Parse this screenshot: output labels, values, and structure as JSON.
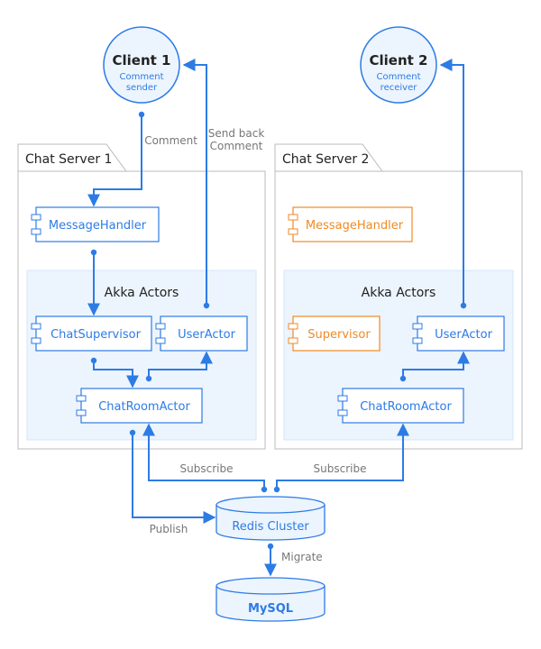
{
  "colors": {
    "accent": "#2d7be5",
    "orange": "#f08a24",
    "panel_fill": "#ecf4fd",
    "server_border": "#bbbbbb",
    "edge_label": "#777777"
  },
  "clients": [
    {
      "title": "Client 1",
      "role_line1": "Comment",
      "role_line2": "sender"
    },
    {
      "title": "Client 2",
      "role_line1": "Comment",
      "role_line2": "receiver"
    }
  ],
  "servers": [
    {
      "tab_label": "Chat Server 1",
      "message_handler": "MessageHandler",
      "actors_title": "Akka Actors",
      "supervisor": "ChatSupervisor",
      "user_actor": "UserActor",
      "chat_room_actor": "ChatRoomActor"
    },
    {
      "tab_label": "Chat Server 2",
      "message_handler": "MessageHandler",
      "actors_title": "Akka Actors",
      "supervisor": "Supervisor",
      "user_actor": "UserActor",
      "chat_room_actor": "ChatRoomActor"
    }
  ],
  "datastores": {
    "redis": "Redis Cluster",
    "mysql": "MySQL"
  },
  "edge_labels": {
    "comment": "Comment",
    "send_back_line1": "Send back",
    "send_back_line2": "Comment",
    "subscribe_1": "Subscribe",
    "subscribe_2": "Subscribe",
    "publish": "Publish",
    "migrate": "Migrate"
  }
}
